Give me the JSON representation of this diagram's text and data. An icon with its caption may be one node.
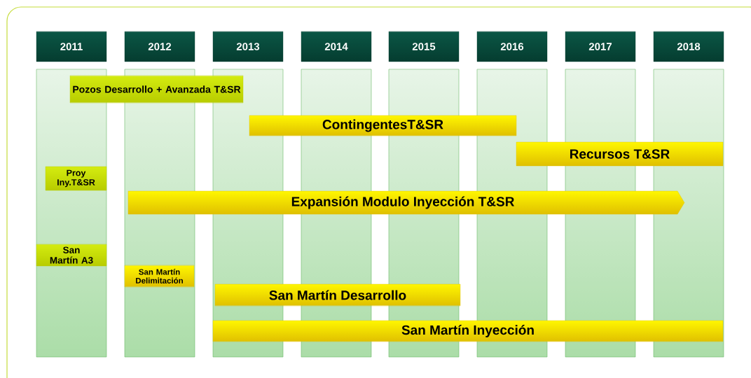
{
  "diagram": {
    "nodes": [
      {
        "text": [
          "2011"
        ]
      },
      {
        "text": [
          "2012"
        ]
      },
      {
        "text": [
          "2013"
        ]
      },
      {
        "text": [
          "2014"
        ]
      },
      {
        "text": [
          "2015"
        ]
      },
      {
        "text": [
          "2016"
        ]
      },
      {
        "text": [
          "2017"
        ]
      },
      {
        "text": [
          "2018"
        ]
      },
      {
        "text": [
          "Pozos Desarrollo + Avanzada T&SR"
        ]
      },
      {
        "text": [
          "ContingentesT&SR"
        ]
      },
      {
        "text": [
          "Recursos T&SR"
        ]
      },
      {
        "text": [
          "Proy Iny.T&SR"
        ]
      },
      {
        "text": [
          "Expansión Modulo Inyección T&SR"
        ]
      },
      {
        "text": [
          "San Martín A3"
        ]
      },
      {
        "text": [
          "San Martín Delimitación"
        ]
      },
      {
        "text": [
          "San Martín Desarrollo"
        ]
      },
      {
        "text": [
          "San Martín Inyección"
        ]
      }
    ]
  }
}
